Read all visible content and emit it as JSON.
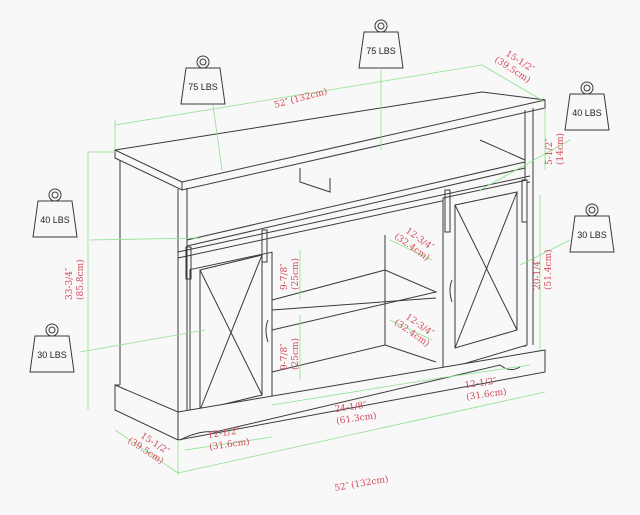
{
  "colors": {
    "dimension_line": "#8fe08f",
    "dimension_text": "#d4485a",
    "outline": "#3a3a3a"
  },
  "weights": {
    "top_left": "75 LBS",
    "top_center": "75 LBS",
    "top_right_shelf": "40 LBS",
    "left_shelf": "40 LBS",
    "right_cabinet": "30 LBS",
    "left_cabinet": "30 LBS"
  },
  "dimensions": {
    "top_width": {
      "in": "52″",
      "cm": "(132cm)"
    },
    "top_depth": {
      "in": "15-1/2″",
      "cm": "(39.5cm)"
    },
    "open_shelf_height": {
      "in": "5-1/2″",
      "cm": "(14cm)"
    },
    "total_height": {
      "in": "33-3/4″",
      "cm": "(85.8cm)"
    },
    "upper_shelf_depth": {
      "in": "12-3/4″",
      "cm": "(32.4cm)"
    },
    "upper_shelf_height": {
      "in": "9-7/8″",
      "cm": "(25cm)"
    },
    "lower_shelf_height": {
      "in": "9-7/8″",
      "cm": "(25cm)"
    },
    "lower_shelf_depth": {
      "in": "12-3/4″",
      "cm": "(32.4cm)"
    },
    "cabinet_height": {
      "in": "20-1/4″",
      "cm": "(51.4cm)"
    },
    "right_cabinet_width": {
      "in": "12-1/2″",
      "cm": "(31.6cm)"
    },
    "center_width": {
      "in": "24-1/8″",
      "cm": "(61.3cm)"
    },
    "left_cabinet_width": {
      "in": "12-1/2″",
      "cm": "(31.6cm)"
    },
    "bottom_width": {
      "in": "52″",
      "cm": "(132cm)"
    },
    "bottom_depth": {
      "in": "15-1/2″",
      "cm": "(39.5cm)"
    }
  }
}
